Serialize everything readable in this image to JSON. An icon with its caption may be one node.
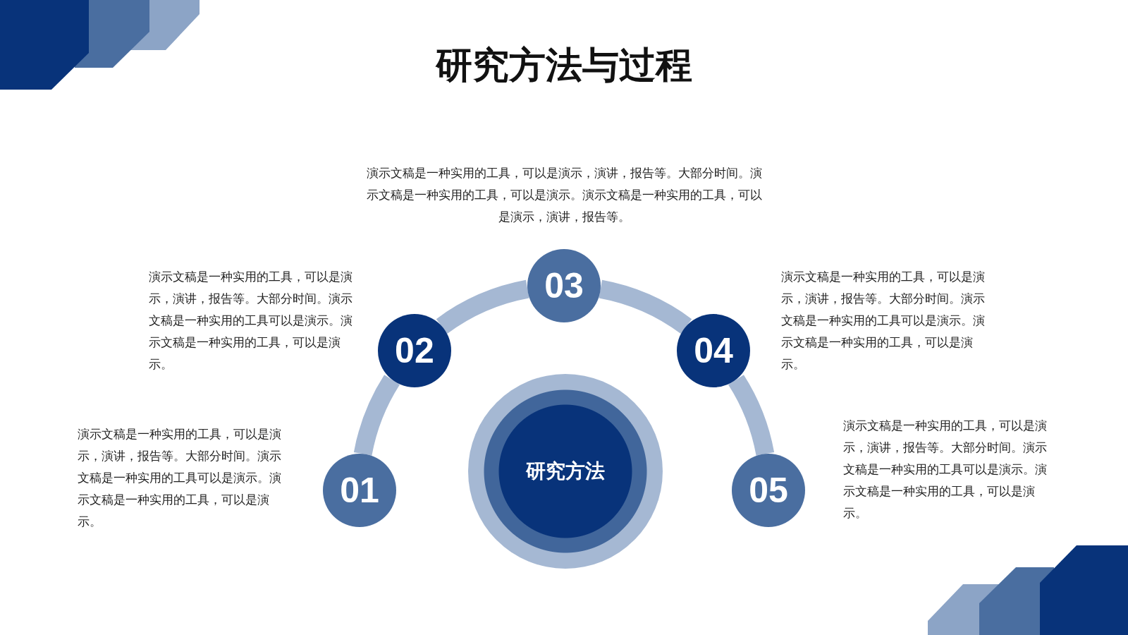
{
  "diagram": {
    "title": "研究方法与过程",
    "nodes": [
      {
        "text": [
          "01"
        ],
        "beside": [
          "演示文稿是一种实用的工具，可以是演示，演讲，报告等。大部分时间。演示文稿是一种实用的工具可以是演示。演示文稿是一种实用的工具，可以是演示。"
        ]
      },
      {
        "text": [
          "02"
        ],
        "beside": [
          "演示文稿是一种实用的工具，可以是演示，演讲，报告等。大部分时间。演示文稿是一种实用的工具可以是演示。演示文稿是一种实用的工具，可以是演示。"
        ]
      },
      {
        "text": [
          "03"
        ],
        "beside": [
          "演示文稿是一种实用的工具，可以是演示，演讲，报告等。大部分时间。演示文稿是一种实用的工具，可以是演示。演示文稿是一种实用的工具，可以是演示，演讲，报告等。"
        ]
      },
      {
        "text": [
          "04"
        ],
        "beside": [
          "演示文稿是一种实用的工具，可以是演示，演讲，报告等。大部分时间。演示文稿是一种实用的工具可以是演示。演示文稿是一种实用的工具，可以是演示。"
        ]
      },
      {
        "text": [
          "05"
        ],
        "beside": [
          "演示文稿是一种实用的工具，可以是演示，演讲，报告等。大部分时间。演示文稿是一种实用的工具可以是演示。演示文稿是一种实用的工具，可以是演示。"
        ]
      },
      {
        "text": [
          "研究方法"
        ]
      }
    ],
    "edges": [
      {
        "from": 0,
        "to": 1,
        "arrow": "none"
      },
      {
        "from": 1,
        "to": 2,
        "arrow": "none"
      },
      {
        "from": 2,
        "to": 3,
        "arrow": "none"
      },
      {
        "from": 3,
        "to": 4,
        "arrow": "none"
      }
    ]
  }
}
